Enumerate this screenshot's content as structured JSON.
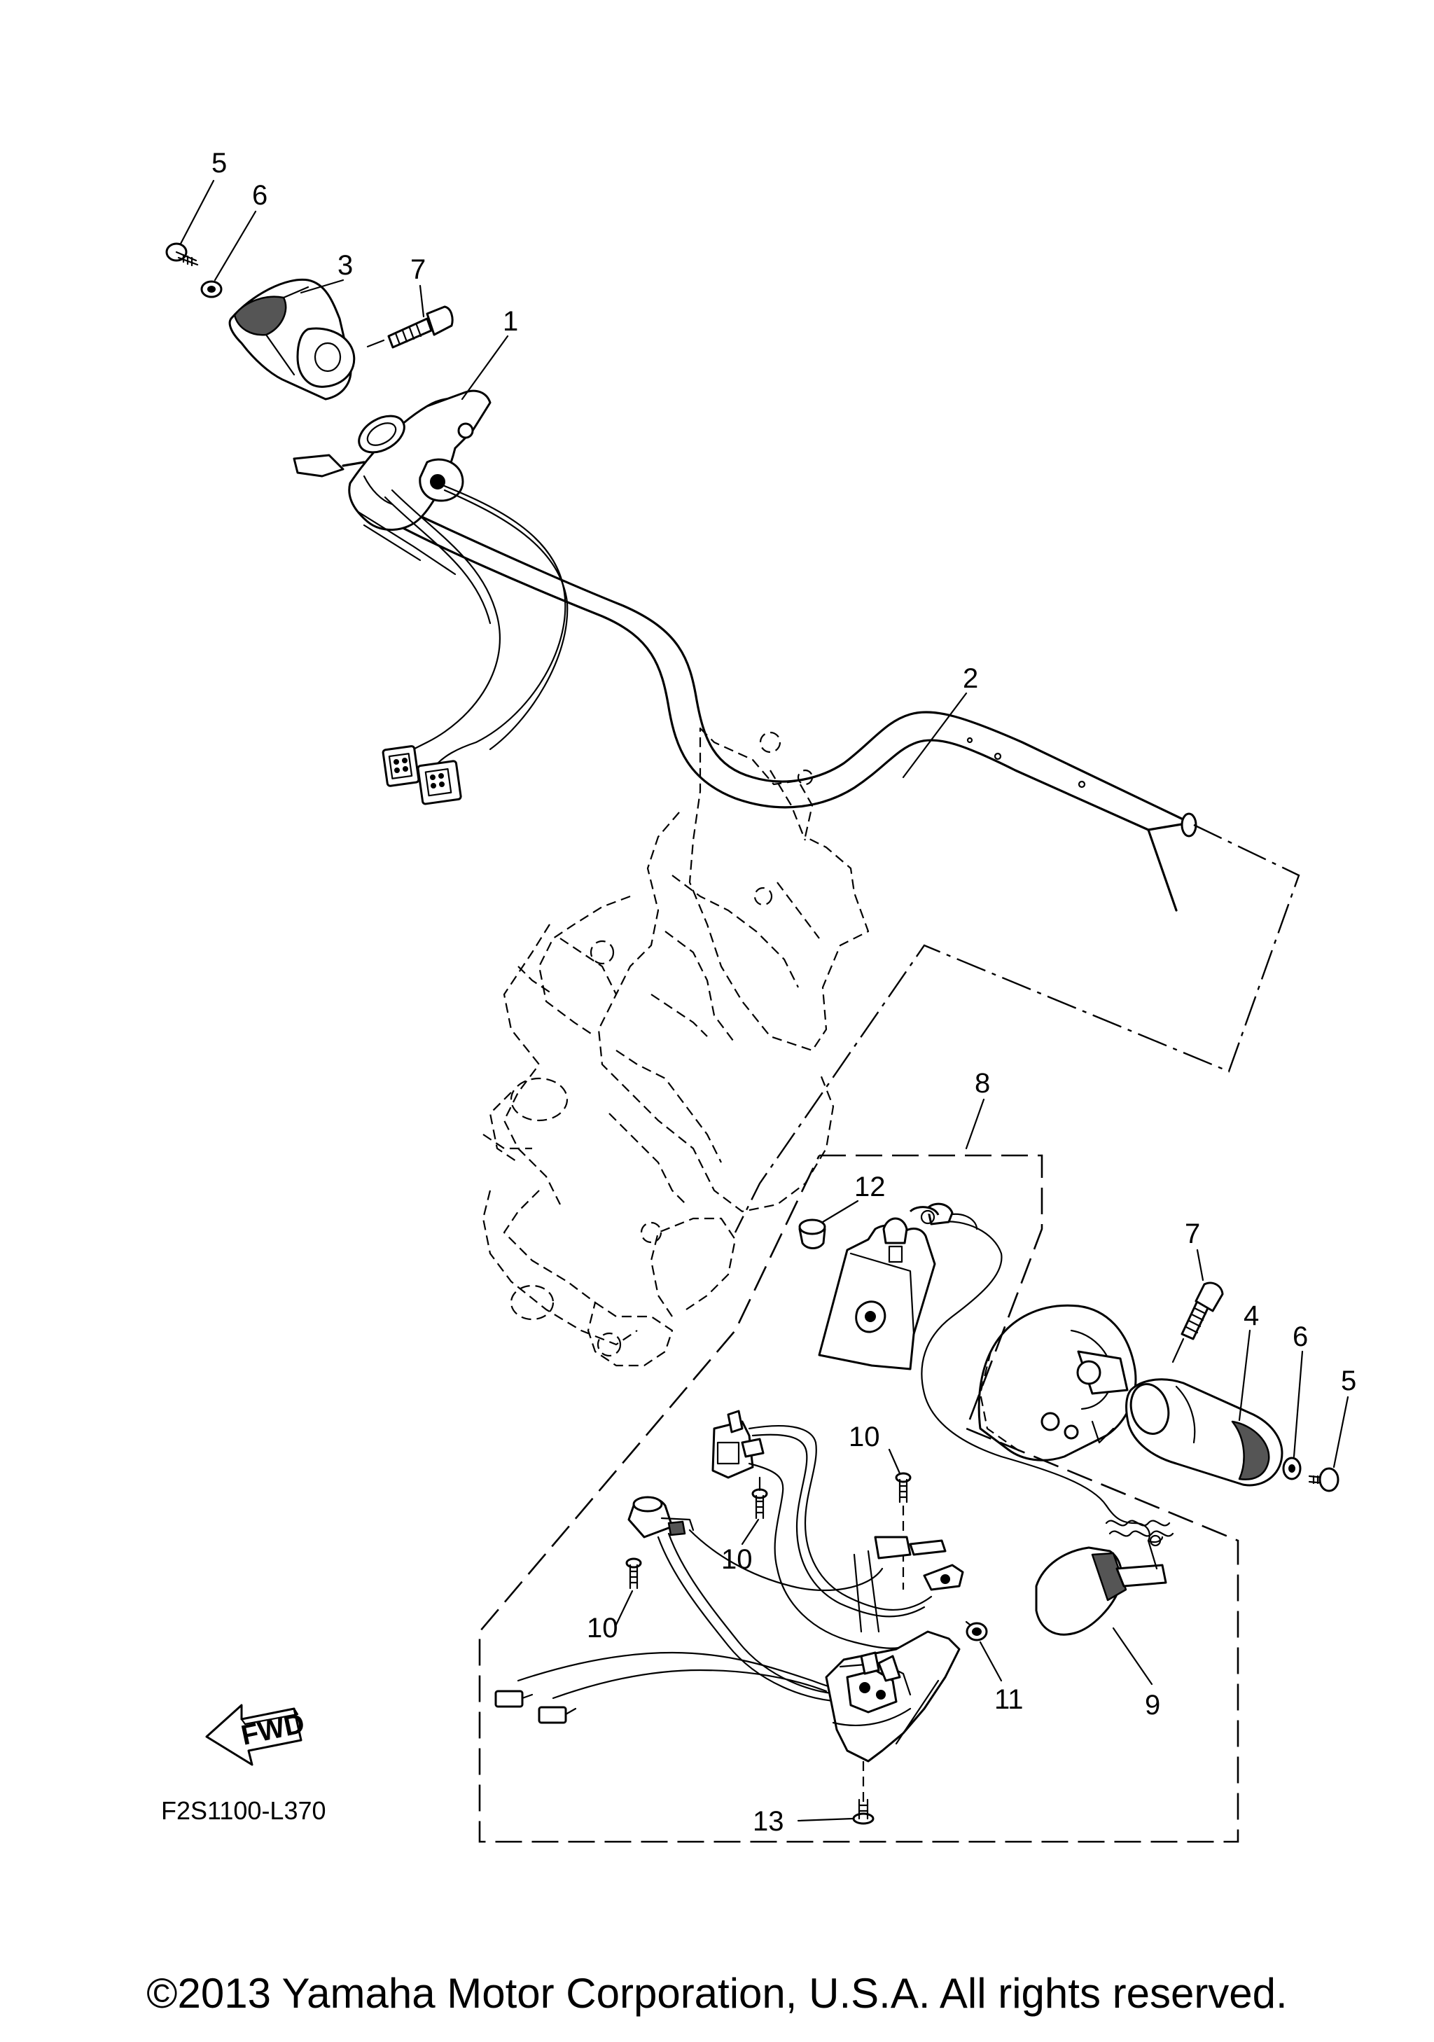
{
  "diagram": {
    "figure_code": "F2S1100-L370",
    "fwd_label": "FWD",
    "copyright": "©2013 Yamaha Motor Corporation, U.S.A. All rights reserved.",
    "callouts": [
      {
        "id": "c5a",
        "label": "5"
      },
      {
        "id": "c6a",
        "label": "6"
      },
      {
        "id": "c3",
        "label": "3"
      },
      {
        "id": "c7a",
        "label": "7"
      },
      {
        "id": "c1",
        "label": "1"
      },
      {
        "id": "c2",
        "label": "2"
      },
      {
        "id": "c8",
        "label": "8"
      },
      {
        "id": "c12",
        "label": "12"
      },
      {
        "id": "c7b",
        "label": "7"
      },
      {
        "id": "c4",
        "label": "4"
      },
      {
        "id": "c6b",
        "label": "6"
      },
      {
        "id": "c5b",
        "label": "5"
      },
      {
        "id": "c10a",
        "label": "10"
      },
      {
        "id": "c10b",
        "label": "10"
      },
      {
        "id": "c10c",
        "label": "10"
      },
      {
        "id": "c11",
        "label": "11"
      },
      {
        "id": "c9",
        "label": "9"
      },
      {
        "id": "c13",
        "label": "13"
      }
    ]
  }
}
